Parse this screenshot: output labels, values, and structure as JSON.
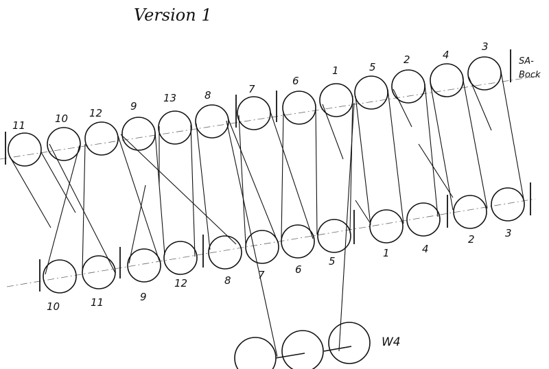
{
  "title": "Version 1",
  "sa_bock_line1": "SA-",
  "sa_bock_line2": "Bock",
  "w4_label": "W4",
  "top_row_labels": [
    "11",
    "10",
    "12",
    "9",
    "13",
    "8",
    "7",
    "6",
    "1",
    "5",
    "2",
    "4",
    "3"
  ],
  "bottom_row_labels": [
    "10",
    "11",
    "9",
    "12",
    "8",
    "7",
    "6",
    "5",
    "1",
    "4",
    "2",
    "3"
  ]
}
